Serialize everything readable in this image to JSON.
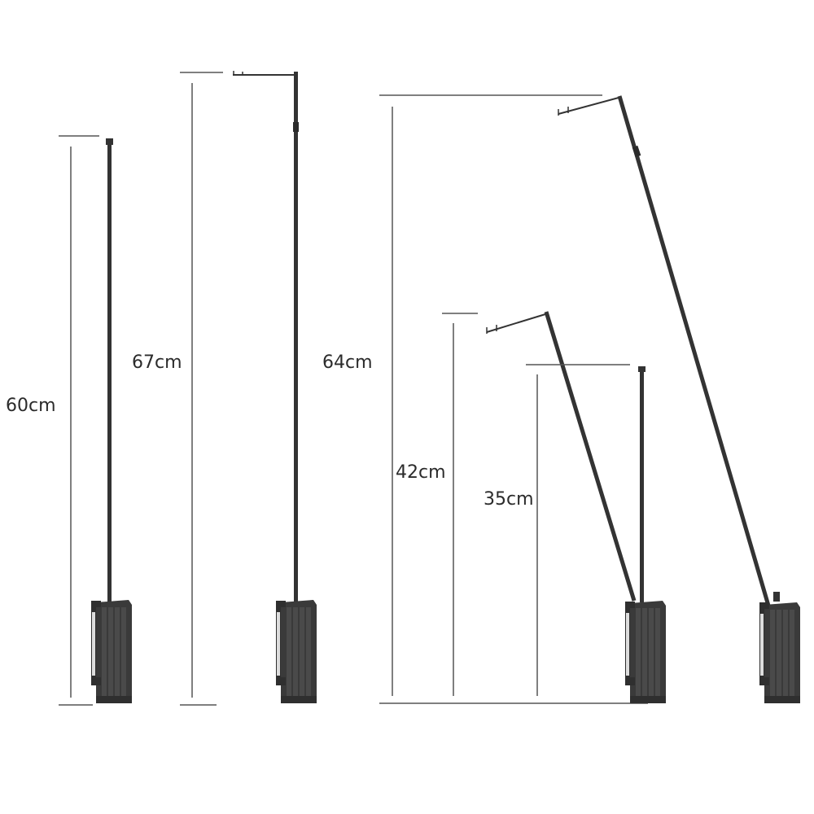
{
  "colors": {
    "background": "#ffffff",
    "dimension_line": "#555555",
    "rod": "#333333",
    "body": "#3a3a3a",
    "clamp": "#4a4a4a"
  },
  "lamps": [
    {
      "name": "lamp-straight-60",
      "dimension": {
        "value": 60,
        "unit": "cm",
        "label": "60cm"
      }
    },
    {
      "name": "lamp-straight-67-head",
      "dimension": {
        "value": 67,
        "unit": "cm",
        "label": "67cm"
      }
    },
    {
      "name": "lamp-tilted-64",
      "dimension": {
        "value": 64,
        "unit": "cm",
        "label": "64cm"
      }
    },
    {
      "name": "lamp-tilted-42",
      "dimension": {
        "value": 42,
        "unit": "cm",
        "label": "42cm"
      }
    },
    {
      "name": "lamp-straight-35",
      "dimension": {
        "value": 35,
        "unit": "cm",
        "label": "35cm"
      }
    }
  ]
}
